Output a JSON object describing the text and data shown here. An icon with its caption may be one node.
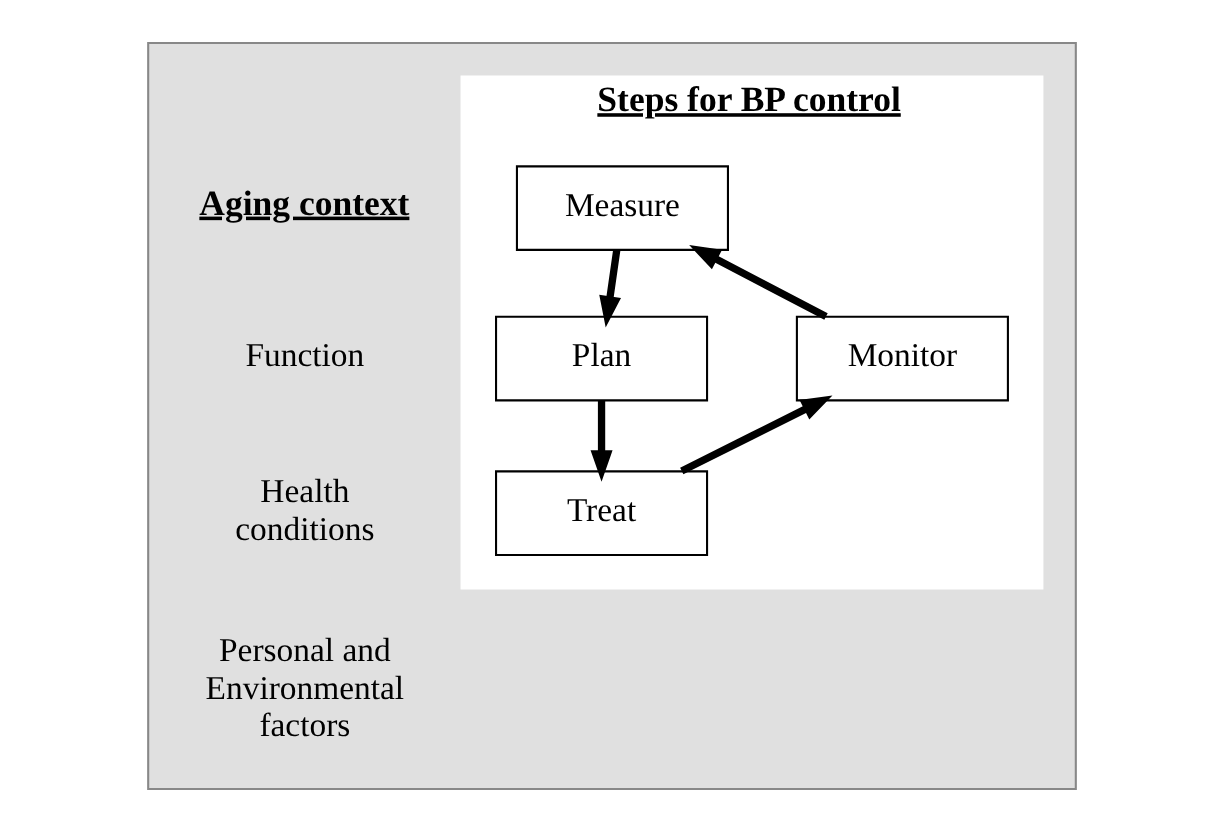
{
  "diagram": {
    "nodes": [
      {
        "text": [],
        "shape": "box"
      },
      {
        "text": [
          "Steps for BP control"
        ],
        "in": 0
      },
      {
        "text": [
          "Measure"
        ],
        "in": 1
      },
      {
        "text": [
          "Plan"
        ],
        "in": 1
      },
      {
        "text": [
          "Treat"
        ],
        "in": 1
      },
      {
        "text": [
          "Monitor"
        ],
        "in": 1
      }
    ],
    "edges": [
      {
        "from": 2,
        "to": 3,
        "arrow": "to"
      },
      {
        "from": 3,
        "to": 4,
        "arrow": "to"
      },
      {
        "from": 4,
        "to": 5,
        "arrow": "to"
      },
      {
        "from": 5,
        "to": 2,
        "arrow": "to"
      }
    ],
    "labels": [
      "Aging context",
      "Function",
      "Health conditions",
      "Personal and Environmental factors"
    ]
  }
}
